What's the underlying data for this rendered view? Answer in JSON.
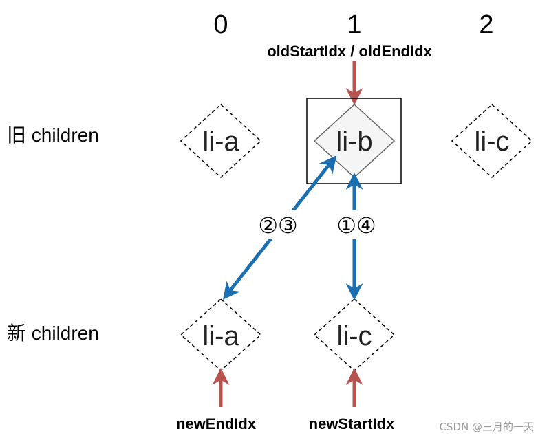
{
  "indices": [
    "0",
    "1",
    "2"
  ],
  "pointers": {
    "old": "oldStartIdx / oldEndIdx",
    "new_end": "newEndIdx",
    "new_start": "newStartIdx"
  },
  "rows": {
    "old_label": "旧 children",
    "new_label": "新 children"
  },
  "old_children": [
    "li-a",
    "li-b",
    "li-c"
  ],
  "new_children": [
    "li-a",
    "li-c"
  ],
  "steps": {
    "diagonal": "②③",
    "vertical": "①④"
  },
  "watermark": "CSDN @三月的一天",
  "colors": {
    "pointer_arrow": "#b85450",
    "compare_arrow": "#1b6fb1",
    "highlight_fill": "#f5f5f5"
  }
}
